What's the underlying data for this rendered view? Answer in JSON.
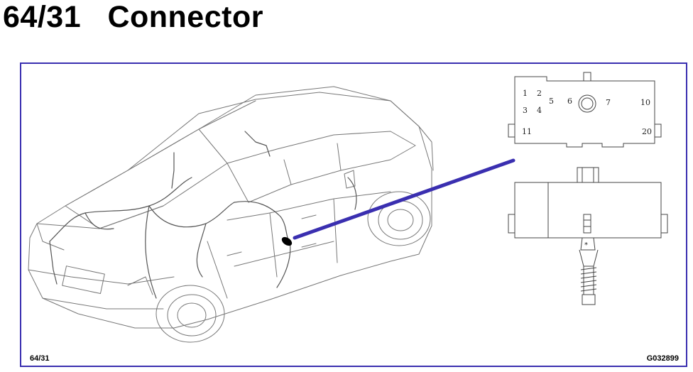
{
  "title": "64/31   Connector",
  "footer": {
    "left_code": "64/31",
    "right_code": "G032899"
  },
  "connector": {
    "pins": [
      "1",
      "2",
      "3",
      "4",
      "5",
      "6",
      "7",
      "10",
      "11",
      "20"
    ]
  },
  "colors": {
    "frame": "#3a2fb0",
    "pointer": "#3a2fb0",
    "lines": "#555555"
  }
}
